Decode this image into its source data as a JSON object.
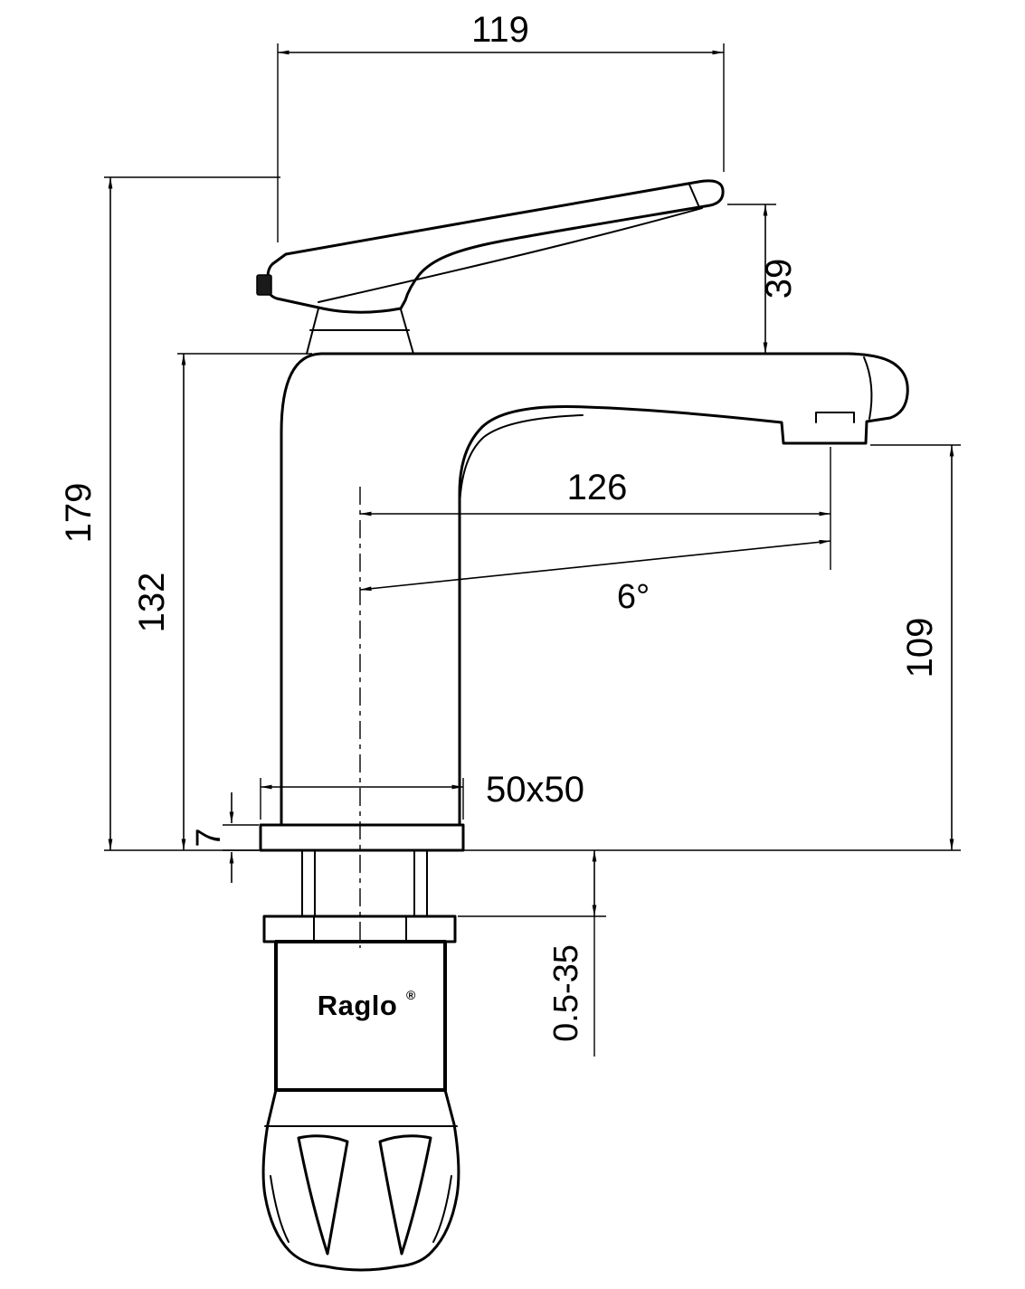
{
  "page": {
    "background_color": "#ffffff",
    "line_color": "#000000"
  },
  "drawing": {
    "brand": "Raglo",
    "trademark_symbol": "®",
    "dimensions": {
      "overall_length": "119",
      "handle_rise": "39",
      "overall_height": "179",
      "body_height": "132",
      "spout_reach": "126",
      "spout_angle": "6°",
      "outlet_height": "109",
      "base_footprint": "50x50",
      "base_plate_thickness": "7",
      "mounting_thickness_range": "0.5-35"
    }
  }
}
